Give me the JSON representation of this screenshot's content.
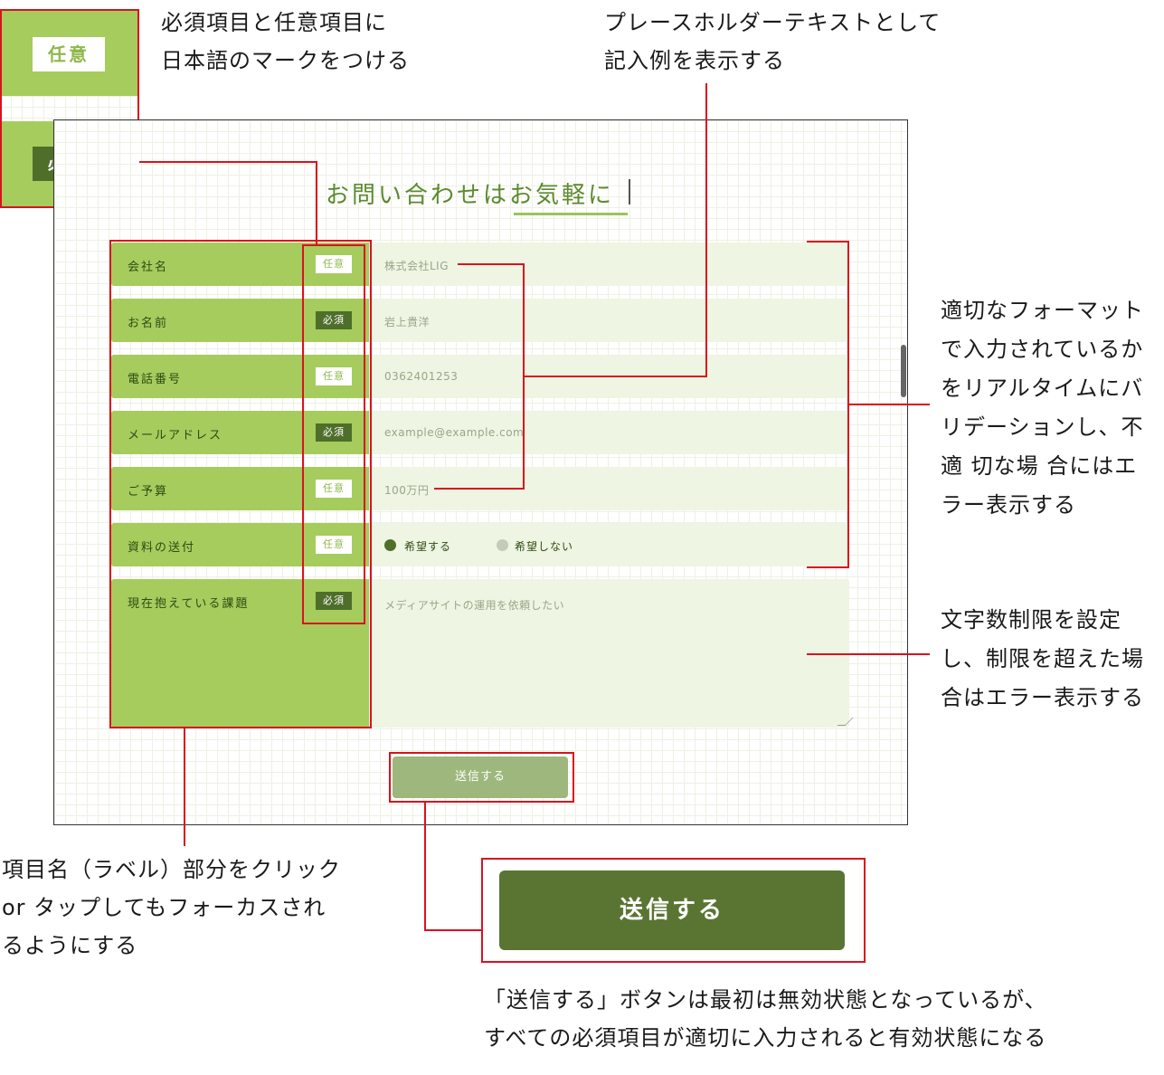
{
  "callouts": {
    "badges": "必須項目と任意項目に\n日本語のマークをつける",
    "placeholder": "プレースホルダーテキストとして\n記入例を表示する",
    "validation": "適切なフォーマット\nで入力されているか\nをリアルタイムにバ\nリデーションし、不\n適 切な場 合にはエ\nラー表示する",
    "charlimit": "文字数制限を設定\nし、制限を超えた場\n合はエラー表示する",
    "label_click": "項目名（ラベル）部分をクリック\nor タップしてもフォーカスされ\nるようにする",
    "submit_state": "「送信する」ボタンは最初は無効状態となっているが、\nすべての必須項目が適切に入力されると有効状態になる"
  },
  "legend": {
    "optional": "任意",
    "required": "必須"
  },
  "form": {
    "title": "お問い合わせはお気軽に",
    "fields": [
      {
        "label": "会社名",
        "badge": "任意",
        "placeholder": "株式会社LIG"
      },
      {
        "label": "お名前",
        "badge": "必須",
        "placeholder": "岩上貴洋"
      },
      {
        "label": "電話番号",
        "badge": "任意",
        "placeholder": "0362401253"
      },
      {
        "label": "メールアドレス",
        "badge": "必須",
        "placeholder": "example@example.com"
      },
      {
        "label": "ご予算",
        "badge": "任意",
        "placeholder": "100万円"
      },
      {
        "label": "資料の送付",
        "badge": "任意",
        "radio_yes": "希望する",
        "radio_no": "希望しない"
      },
      {
        "label": "現在抱えている課題",
        "badge": "必須",
        "placeholder": "メディアサイトの運用を依頼したい"
      }
    ],
    "submit_label": "送信する"
  },
  "submit_enabled_label": "送信する",
  "colors": {
    "label_bg": "#a5cc5d",
    "field_bg": "#eef5e2",
    "required_badge": "#4e6e2a",
    "submit_disabled": "#9db77c",
    "submit_enabled": "#5a7532",
    "annotation": "#d9121e"
  }
}
